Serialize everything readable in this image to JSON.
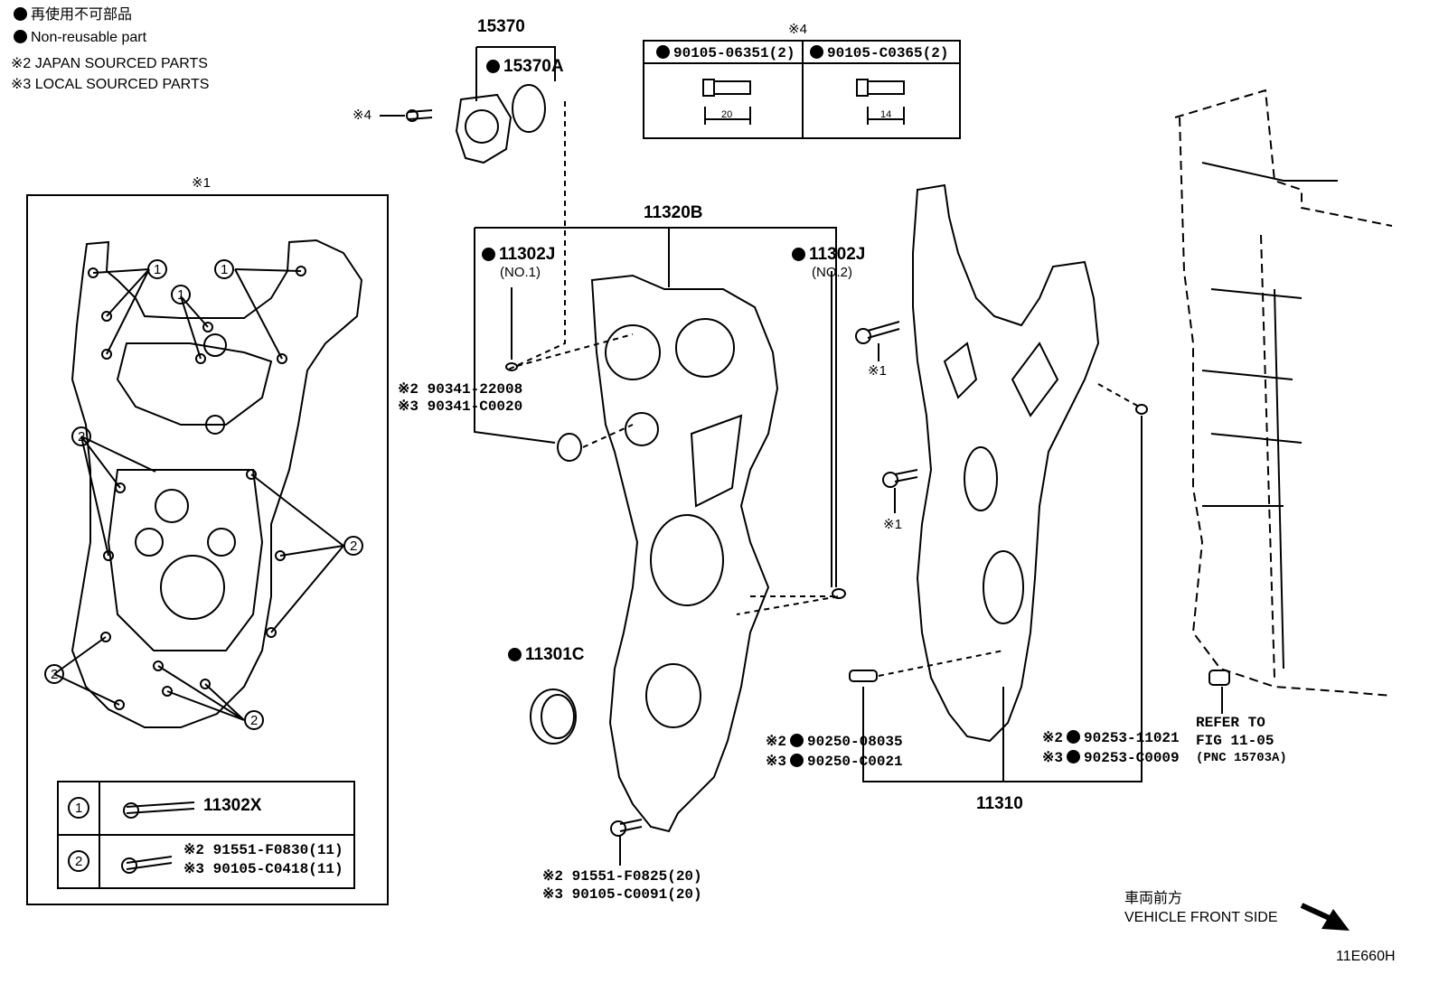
{
  "legend": {
    "line1": "再使用不可部品",
    "line2": "Non-reusable part",
    "line3": "※2 JAPAN SOURCED PARTS",
    "line4": "※3 LOCAL SOURCED PARTS"
  },
  "callouts": {
    "p15370": "15370",
    "p15370A": "15370A",
    "p15370_bolt_note": "※4",
    "p11320B": "11320B",
    "p11302J_1": "11302J",
    "p11302J_1_sub": "(NO.1)",
    "p11302J_2": "11302J",
    "p11302J_2_sub": "(NO.2)",
    "p90341_a": "※2 90341-22008",
    "p90341_b": "※3 90341-C0020",
    "p11301C": "11301C",
    "p91551_a": "※2 91551-F0825(20)",
    "p90105_a": "※3 90105-C0091(20)",
    "p90250_a_pref": "※2",
    "p90250_a": "90250-08035",
    "p90250_b_pref": "※3",
    "p90250_b": "90250-C0021",
    "p90253_a_pref": "※2",
    "p90253_a": "90253-11021",
    "p90253_b_pref": "※3",
    "p90253_b": "90253-C0009",
    "p11310": "11310",
    "bolt_note1": "※1",
    "bolt_note2": "※1",
    "refer1": "REFER TO",
    "refer2": "FIG 11-05",
    "refer3": "(PNC 15703A)",
    "front_jp": "車両前方",
    "front_en": "VEHICLE FRONT SIDE",
    "fig_code": "11E660H"
  },
  "box4": {
    "title": "※4",
    "col1": "90105-06351(2)",
    "col2": "90105-C0365(2)",
    "dim1": "20",
    "dim2": "14"
  },
  "box1": {
    "title": "※1",
    "num1": "1",
    "num2": "2",
    "row1_part": "11302X",
    "row2_a": "※2 91551-F0830(11)",
    "row2_b": "※3 90105-C0418(11)"
  }
}
